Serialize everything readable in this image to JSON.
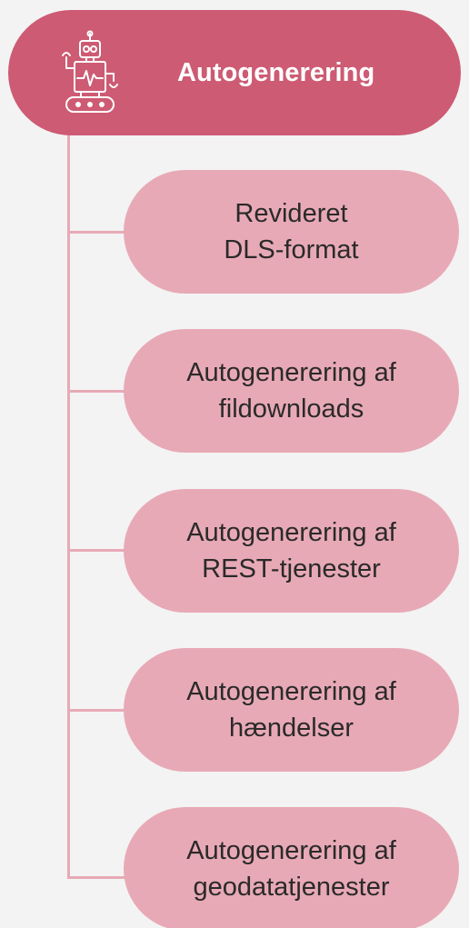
{
  "root": {
    "title": "Autogenerering",
    "icon": "robot-icon"
  },
  "colors": {
    "background": "#f3f3f3",
    "root_fill": "#cd5b73",
    "child_fill": "#e8a9b6",
    "connector": "#e7aab6",
    "root_text": "#ffffff",
    "child_text": "#2a2a2a"
  },
  "children": [
    {
      "label": "Revideret\nDLS-format"
    },
    {
      "label": "Autogenerering af\nfildownloads"
    },
    {
      "label": "Autogenerering af\nREST-tjenester"
    },
    {
      "label": "Autogenerering af\nhændelser"
    },
    {
      "label": "Autogenerering af\ngeodatatjenester"
    }
  ]
}
